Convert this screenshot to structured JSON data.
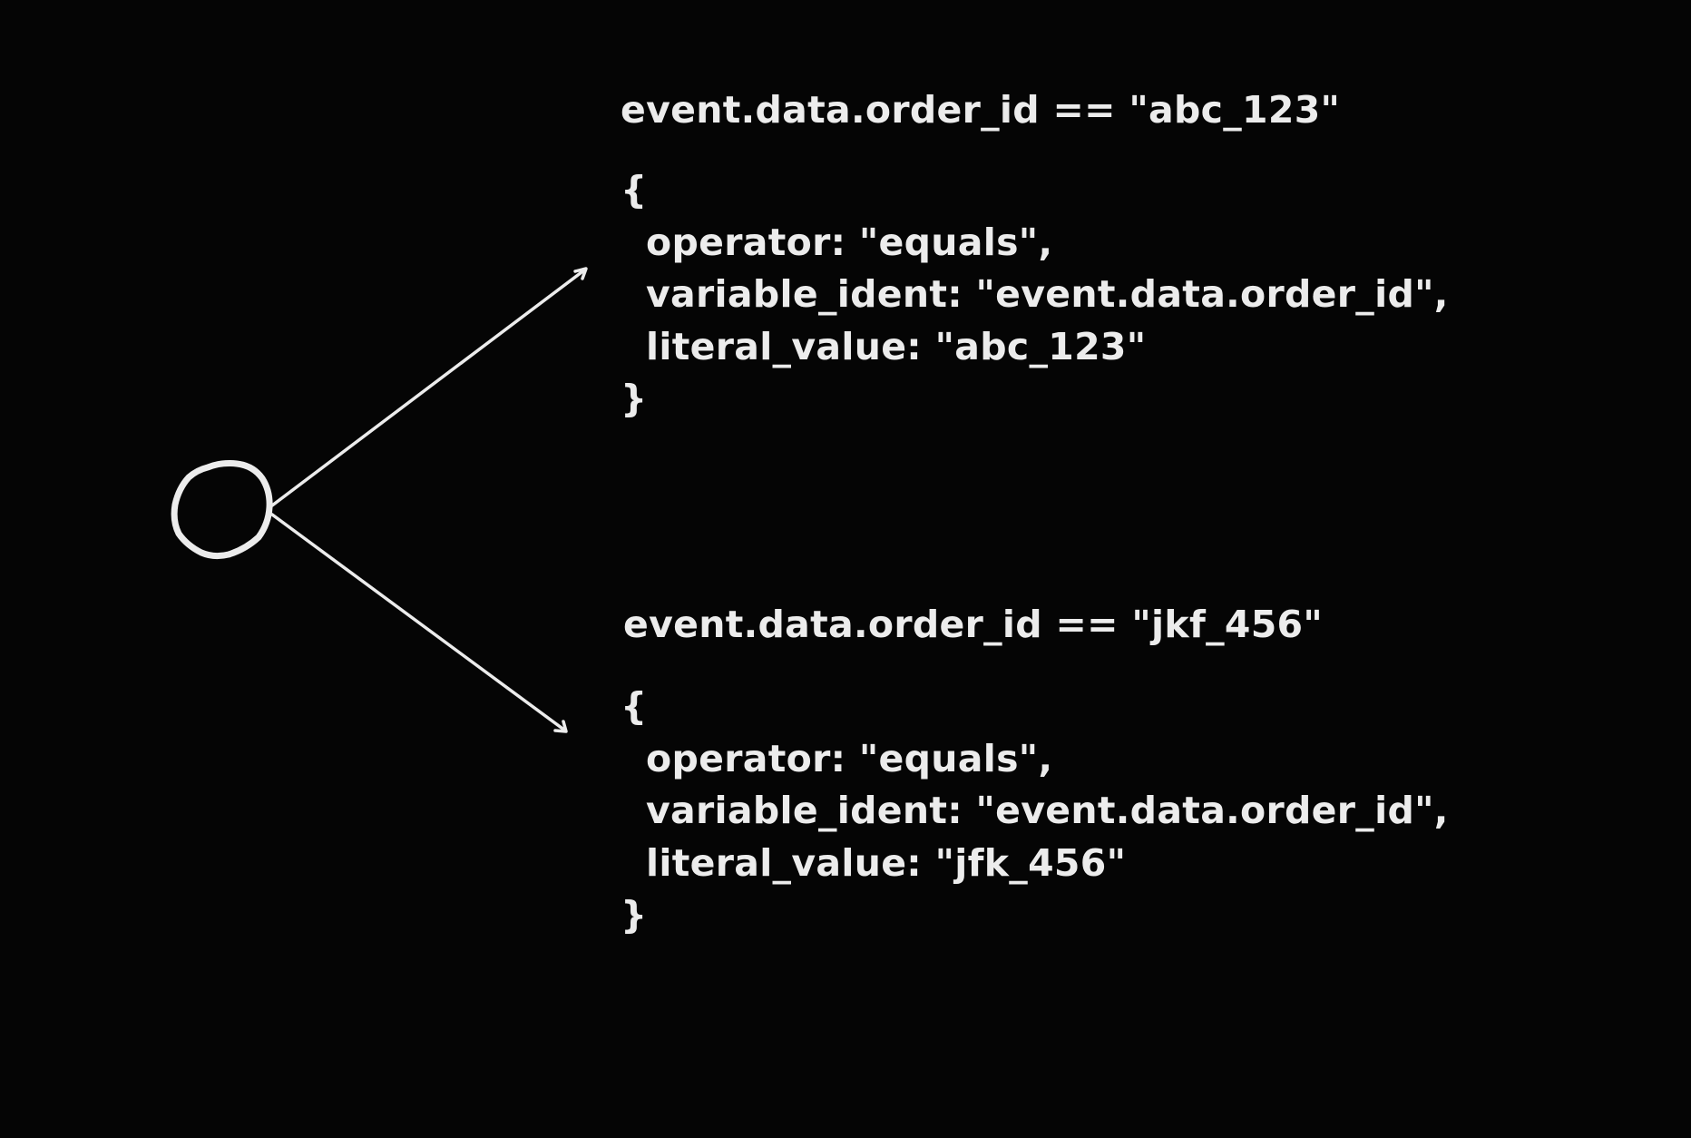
{
  "colors": {
    "background": "#050505",
    "foreground": "#ececec"
  },
  "node": {
    "icon": "octagon-node-icon"
  },
  "branches": [
    {
      "expression": "event.data.order_id == \"abc_123\"",
      "open_brace": "{",
      "operator_line": "operator: \"equals\",",
      "variable_line": "variable_ident: \"event.data.order_id\",",
      "literal_line": "literal_value: \"abc_123\"",
      "close_brace": "}"
    },
    {
      "expression": "event.data.order_id == \"jkf_456\"",
      "open_brace": "{",
      "operator_line": "operator: \"equals\",",
      "variable_line": "variable_ident: \"event.data.order_id\",",
      "literal_line": "literal_value: \"jfk_456\"",
      "close_brace": "}"
    }
  ]
}
